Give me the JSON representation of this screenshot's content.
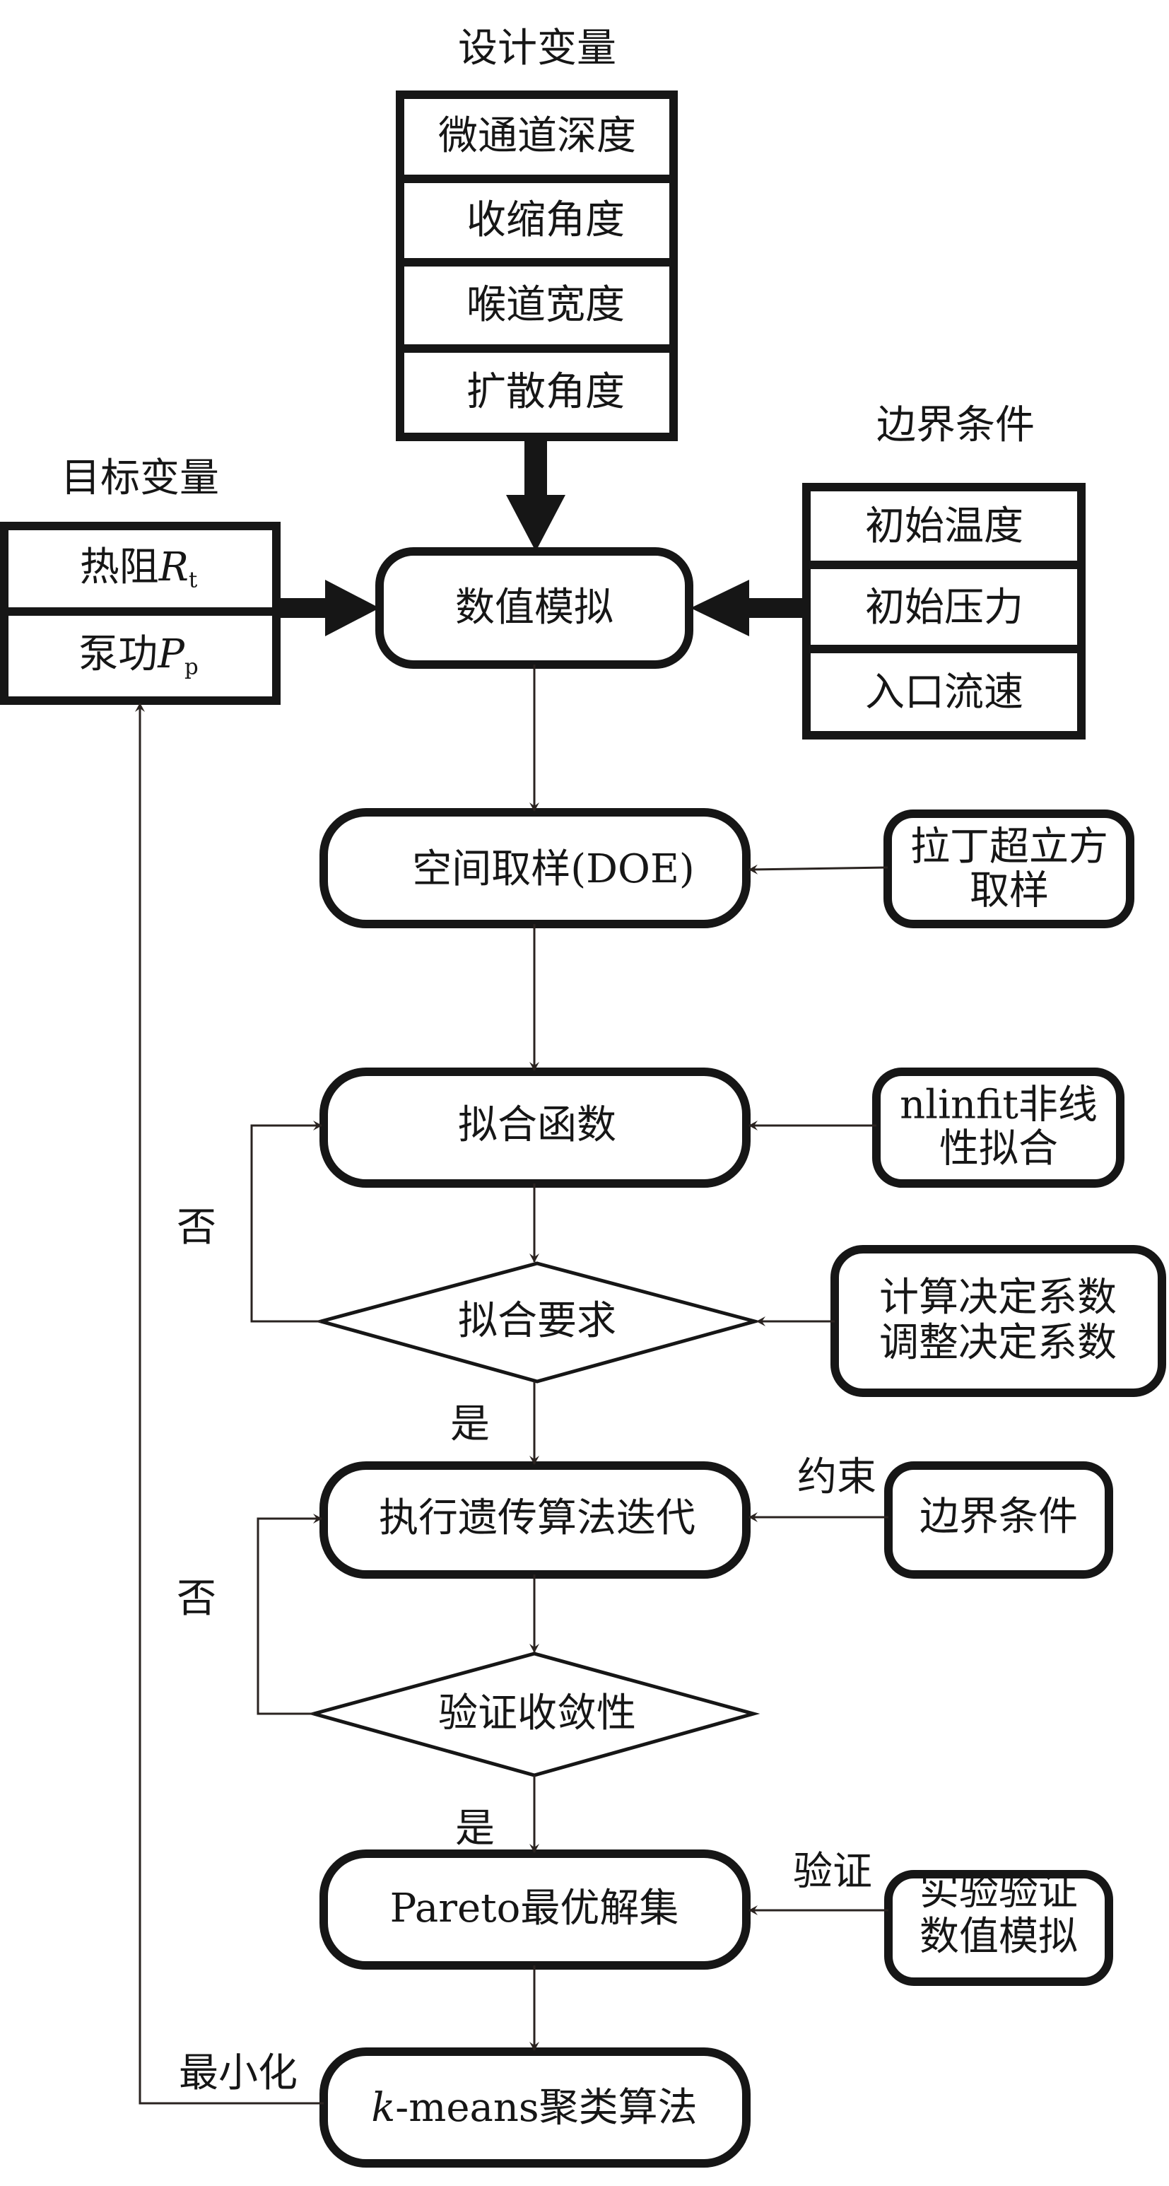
{
  "design_variables": {
    "title": "设计变量",
    "items": [
      "微通道深度",
      "收缩角度",
      "喉道宽度",
      "扩散角度"
    ]
  },
  "target_variables": {
    "title": "目标变量",
    "items": [
      {
        "prefix": "热阻",
        "symbol": "R",
        "subscript": "t"
      },
      {
        "prefix": "泵功",
        "symbol": "P",
        "subscript": "p"
      }
    ]
  },
  "boundary_conditions": {
    "title": "边界条件",
    "items": [
      "初始温度",
      "初始压力",
      "入口流速"
    ]
  },
  "process": {
    "numerical_simulation": "数值模拟",
    "doe": "空间取样(DOE)",
    "latin_hypercube": "拉丁超立方取样",
    "fit_function": "拟合函数",
    "nlinfit": "nlinfit非线性拟合",
    "fit_requirement": "拟合要求",
    "coefficient_box": [
      "计算决定系数",
      "调整决定系数"
    ],
    "ga_iteration": "执行遗传算法迭代",
    "constraint_label": "约束",
    "boundary_box": "边界条件",
    "convergence": "验证收敛性",
    "pareto": "Pareto最优解集",
    "verify_label": "验证",
    "verification_box": [
      "实验验证",
      "数值模拟"
    ],
    "kmeans_prefix": "k",
    "kmeans_rest": "-means聚类算法",
    "minimize_label": "最小化",
    "no_label_1": "否",
    "yes_label_1": "是",
    "no_label_2": "否",
    "yes_label_2": "是"
  }
}
